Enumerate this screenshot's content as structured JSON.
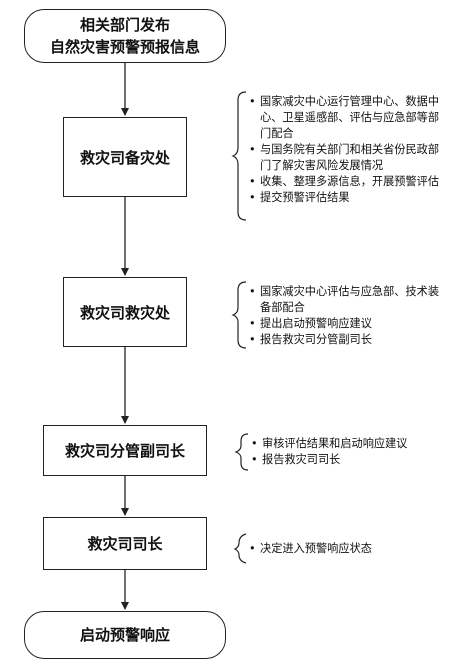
{
  "flow": {
    "start": {
      "line1": "相关部门发布",
      "line2": "自然灾害预警预报信息"
    },
    "steps": [
      {
        "label": "救灾司备灾处",
        "notes": [
          "国家减灾中心运行管理中心、数据中心、卫星遥感部、评估与应急部等部门配合",
          "与国务院有关部门和相关省份民政部门了解灾害风险发展情况",
          "收集、整理多源信息，开展预警评估",
          "提交预警评估结果"
        ]
      },
      {
        "label": "救灾司救灾处",
        "notes": [
          "国家减灾中心评估与应急部、技术装备部配合",
          "提出启动预警响应建议",
          "报告救灾司分管副司长"
        ]
      },
      {
        "label": "救灾司分管副司长",
        "notes": [
          "审核评估结果和启动响应建议",
          "报告救灾司司长"
        ]
      },
      {
        "label": "救灾司司长",
        "notes": [
          "决定进入预警响应状态"
        ]
      }
    ],
    "end": {
      "label": "启动预警响应"
    }
  },
  "bullet_glyph": "•"
}
